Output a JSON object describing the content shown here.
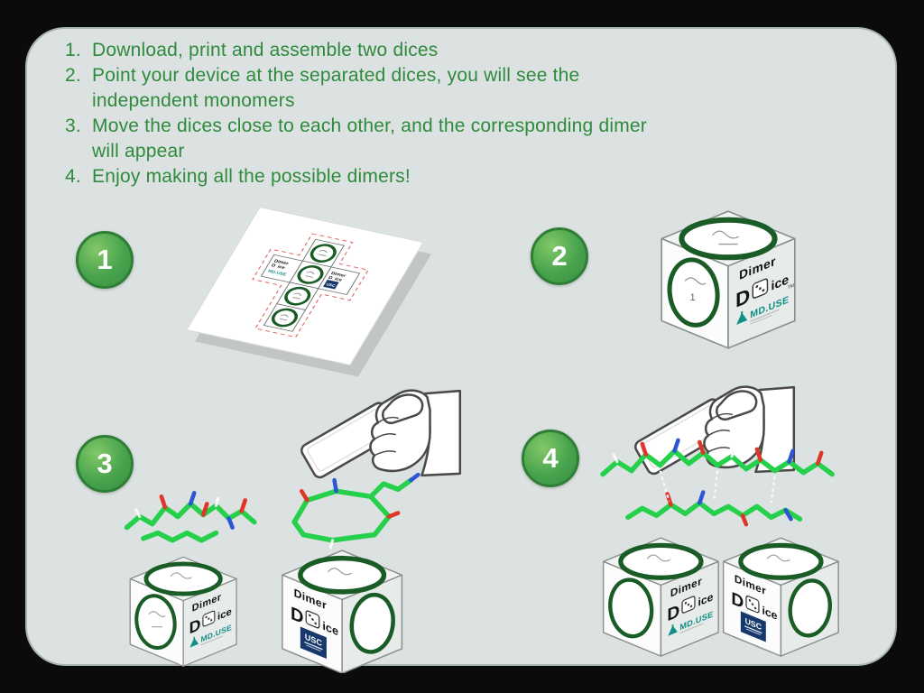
{
  "colors": {
    "frame": "#0b0b0b",
    "panel_bg": "#dce2e1",
    "panel_border": "#a9b3b2",
    "text_green": "#2f8a3d",
    "badge_green": "#47a34d",
    "badge_border": "#2e7f35",
    "dice_ring_green": "#1a5c26",
    "molecule_green": "#25d04a",
    "atom_red": "#e0352b",
    "atom_blue": "#2e55d4",
    "mduse_teal": "#0f8f85",
    "usc_blue": "#17386b"
  },
  "instructions": {
    "items": [
      {
        "number": "1.",
        "text": "Download, print and assemble two dices"
      },
      {
        "number": "2.",
        "text": "Point your device at the separated dices, you will see the independent monomers"
      },
      {
        "number": "3.",
        "text": "Move the dices close to each other, and the corresponding dimer will appear"
      },
      {
        "number": "4.",
        "text": "Enjoy making all the possible dimers!"
      }
    ]
  },
  "steps": [
    {
      "number": "1"
    },
    {
      "number": "2"
    },
    {
      "number": "3"
    },
    {
      "number": "4"
    }
  ],
  "dice_branding": {
    "dimer": "Dimer",
    "d": "D",
    "ice": "ice",
    "tm": "TM",
    "mduse": "MD.USE",
    "usc": "USC",
    "face_number": "1"
  }
}
